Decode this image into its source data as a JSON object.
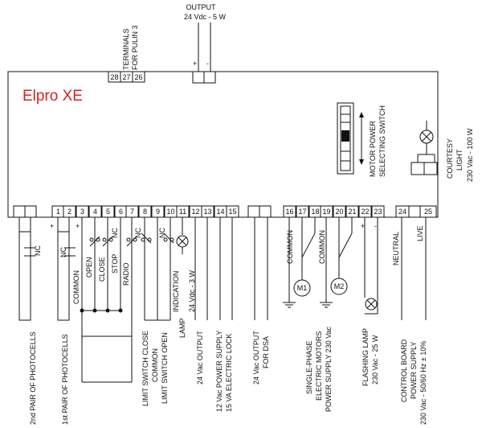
{
  "brand": {
    "name": "Elpro XE",
    "color": "#d42020"
  },
  "output": {
    "title": "OUTPUT",
    "spec": "24 Vdc - 5 W",
    "plus": "+",
    "minus": "-"
  },
  "pulin": {
    "line1": "TERMINALS",
    "line2": "FOR PULIN 3",
    "terminals": [
      "28",
      "27",
      "26"
    ]
  },
  "motor_switch": {
    "line1": "MOTOR POWER",
    "line2": "SELECTING SWITCH"
  },
  "courtesy": {
    "line1": "COURTESY",
    "line2": "LIGHT",
    "line3": "230 Vac - 100 W"
  },
  "terminals": [
    "1",
    "2",
    "3",
    "4",
    "5",
    "6",
    "7",
    "8",
    "9",
    "10",
    "11",
    "12",
    "13",
    "14",
    "15",
    "16",
    "17",
    "18",
    "19",
    "20",
    "21",
    "22",
    "23",
    "24",
    "25"
  ],
  "contacts": {
    "nc1": "NC",
    "nc2": "NC",
    "nc3": "NC",
    "nc4": "NC",
    "nc5": "NC",
    "common": "COMMON",
    "open": "OPEN",
    "close": "CLOSE",
    "stop": "STOP",
    "radio": "RADIO",
    "indication": "INDICATION",
    "plus": "+"
  },
  "bottom_labels": {
    "photocells2": "2nd PAIR OF PHOTOCELLS",
    "photocells1": "1st PAIR OF PHOTOCELLS",
    "ls_close": "LIMIT SWITCH CLOSE",
    "ls_common": "COMMON",
    "ls_open": "LIMIT SWITCH OPEN",
    "lamp1": "LAMP",
    "lamp2": "24 Vdc - 3 W",
    "out24": "24 Vac OUTPUT",
    "ps1": "12 Vac POWER SUPPLY",
    "ps2": "15 VA ELECTRIC LOCK",
    "dsa1": "24 Vac OUTPUT",
    "dsa2": "FOR DSA",
    "motors1": "SINGLE-PHASE",
    "motors2": "ELECTRIC MOTORS",
    "motors3": "POWER SUPPLY 230 Vac",
    "flash1": "FLASHING LAMP",
    "flash2": "230 Vac - 25 W",
    "board1": "CONTROL BOARD",
    "board2": "POWER SUPPLY",
    "board3": "230 Vac - 50/60 Hz ± 10%"
  },
  "motor_section": {
    "common1": "COMMON",
    "common2": "COMMON",
    "m1": "M1",
    "m2": "M2",
    "neutral": "NEUTRAL",
    "live": "LIVE",
    "plus": "+",
    "minus": "-"
  }
}
